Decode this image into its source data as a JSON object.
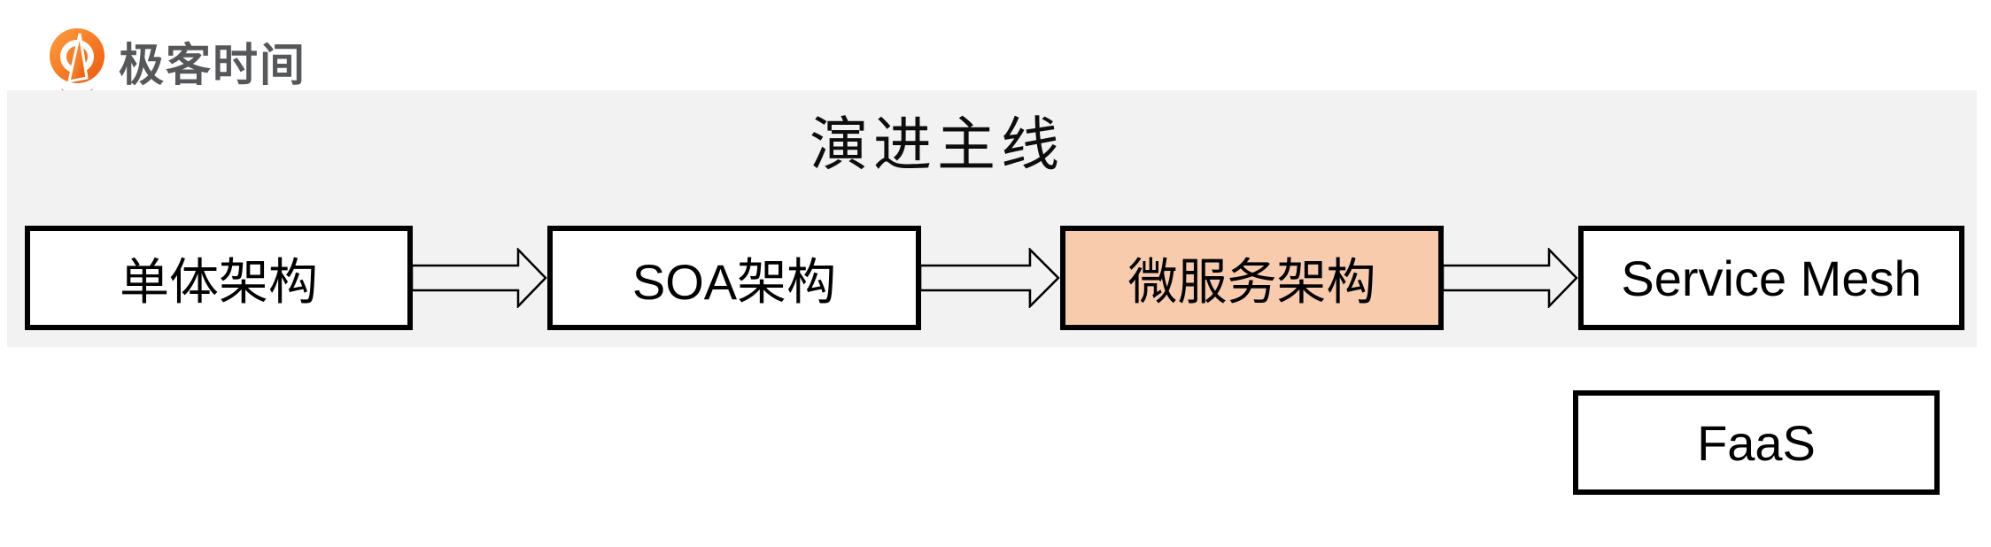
{
  "logo": {
    "brand_text": "极客时间",
    "text_color": "#56575b",
    "icon_gradient_start": "#ff9e3d",
    "icon_gradient_end": "#ec5a0e"
  },
  "banner": {
    "title": "演进主线",
    "background": "#f2f2f2"
  },
  "flow": {
    "nodes": [
      {
        "id": "monolith",
        "label": "单体架构",
        "highlighted": false
      },
      {
        "id": "soa",
        "label": "SOA架构",
        "highlighted": false
      },
      {
        "id": "microservice",
        "label": "微服务架构",
        "highlighted": true
      },
      {
        "id": "service-mesh",
        "label": "Service Mesh",
        "highlighted": false
      }
    ],
    "extra_node": {
      "id": "faas",
      "label": "FaaS",
      "highlighted": false
    },
    "highlight_color": "#f8cbad",
    "node_background": "#ffffff",
    "border_color": "#000000",
    "arrow_fill": "#f2f2f2",
    "arrow_stroke": "#000000"
  }
}
